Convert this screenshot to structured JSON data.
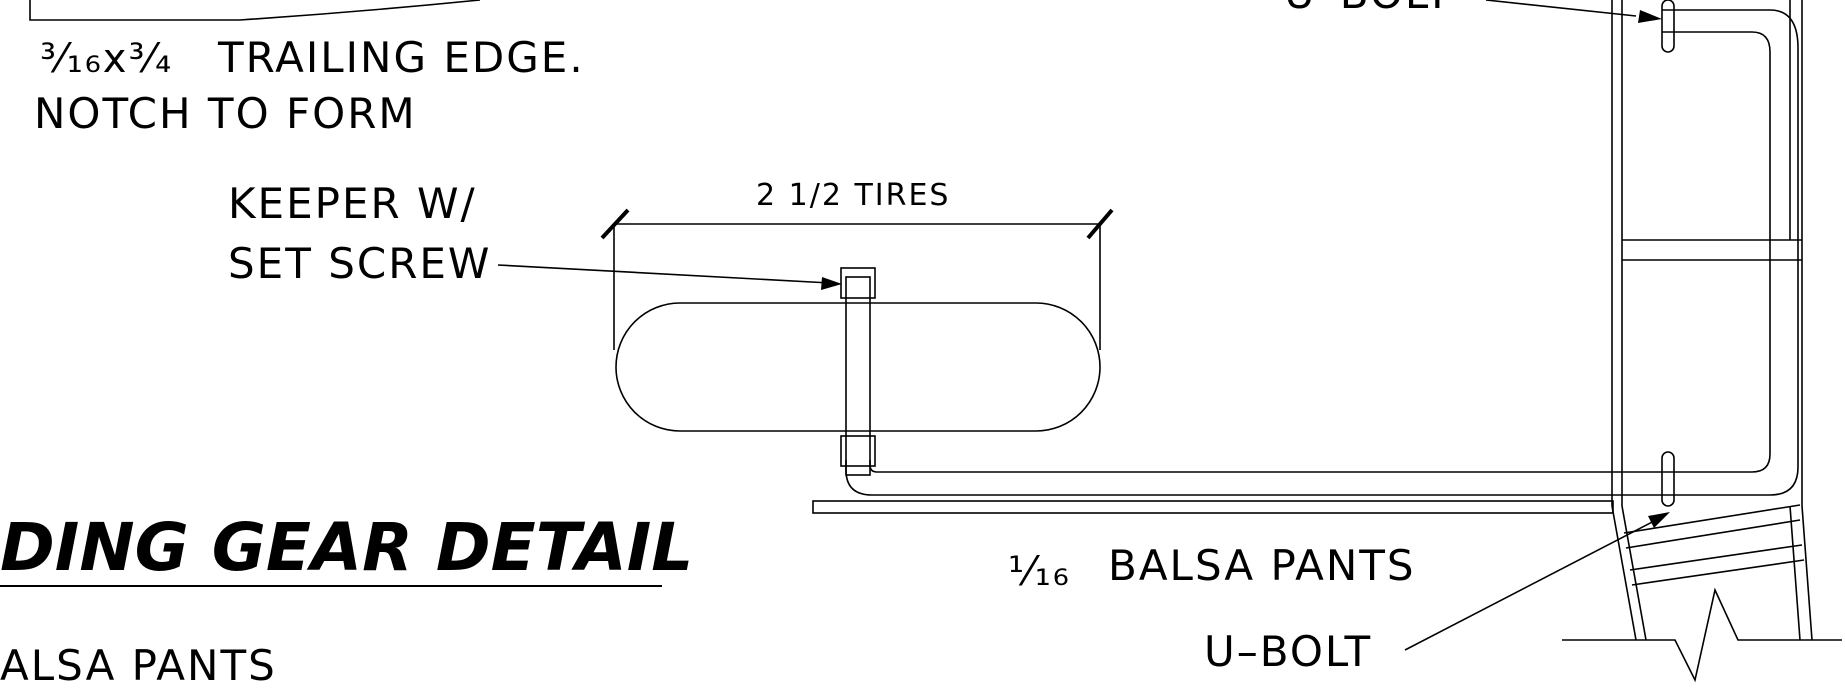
{
  "labels": {
    "u_bolt_top": "U–BOLT",
    "trailing_edge_fraction": "³⁄₁₆x³⁄₄",
    "trailing_edge_text": "TRAILING EDGE.",
    "notch_to_form": "NOTCH TO FORM",
    "keeper_line1": "KEEPER W/",
    "keeper_line2": "SET SCREW",
    "dimension": "2 1/2  TIRES",
    "title": "DING GEAR DETAIL",
    "balsa_fraction": "¹⁄₁₆",
    "balsa_pants_right": "BALSA PANTS",
    "u_bolt_bottom": "U–BOLT",
    "balsa_pants_left": "ALSA PANTS"
  }
}
